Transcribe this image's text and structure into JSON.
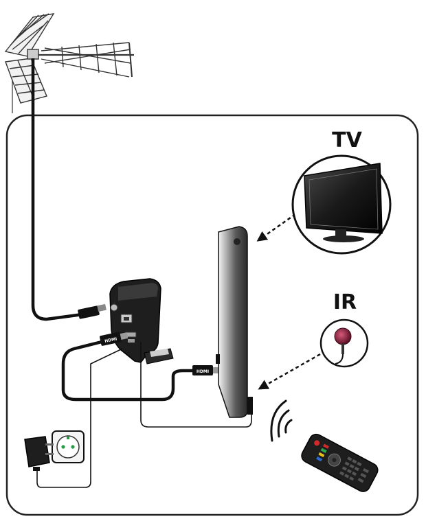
{
  "labels": {
    "tv": "TV",
    "ir": "IR",
    "hdmi_set_top": "HDMI",
    "hdmi_tv": "HDMI"
  },
  "icons": {
    "antenna": "antenna-icon",
    "set_top_box": "set-top-box-icon",
    "tv_side": "tv-side-view-icon",
    "tv_front": "tv-front-view-icon",
    "ir_sensor": "ir-sensor-icon",
    "remote": "remote-control-icon",
    "power_adapter": "power-adapter-icon",
    "wall_socket": "wall-socket-icon",
    "signal_waves": "signal-waves-icon"
  },
  "colors": {
    "line": "#111111",
    "frame": "#222222",
    "ir_led": "#8b1e3f"
  }
}
